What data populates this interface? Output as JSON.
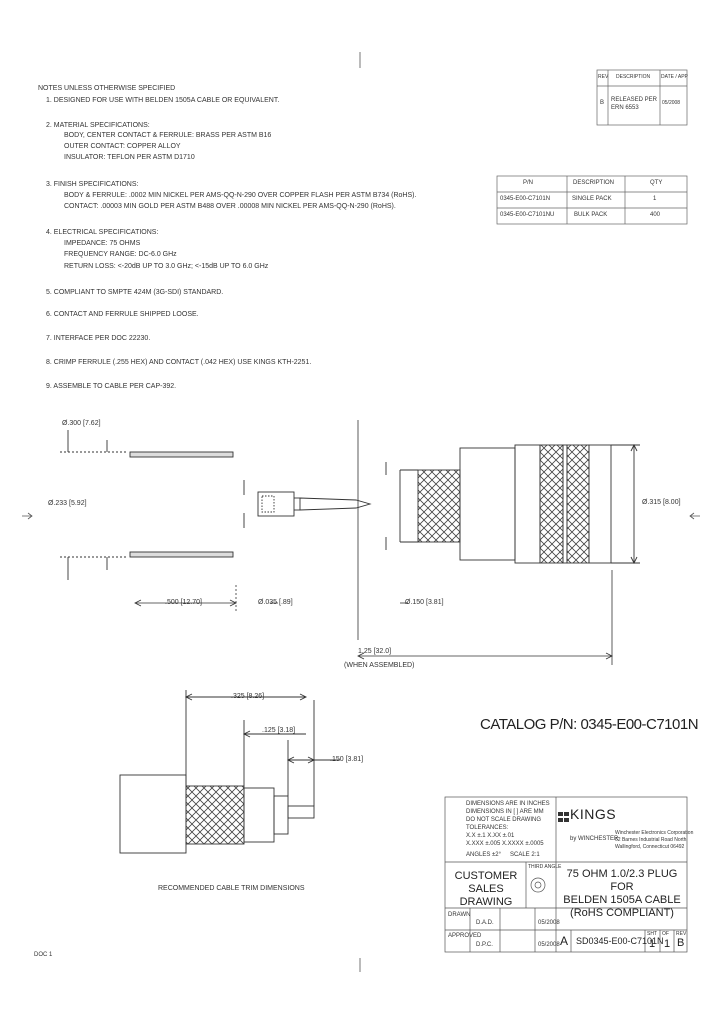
{
  "notes": {
    "header": "NOTES UNLESS OTHERWISE SPECIFIED",
    "items": [
      "1. DESIGNED FOR USE WITH BELDEN 1505A CABLE OR EQUIVALENT.",
      "2. MATERIAL SPECIFICATIONS:",
      "BODY, CENTER CONTACT & FERRULE: BRASS PER ASTM B16",
      "OUTER CONTACT: COPPER ALLOY",
      "INSULATOR: TEFLON PER ASTM D1710",
      "3. FINISH SPECIFICATIONS:",
      "BODY & FERRULE: .0002 MIN NICKEL PER AMS-QQ-N-290 OVER COPPER FLASH PER ASTM B734 (RoHS).",
      "CONTACT: .00003 MIN GOLD PER ASTM B488 OVER .00008 MIN NICKEL PER AMS-QQ-N-290 (RoHS).",
      "4. ELECTRICAL SPECIFICATIONS:",
      "IMPEDANCE: 75 OHMS",
      "FREQUENCY RANGE: DC-6.0 GHz",
      "RETURN LOSS: <-20dB UP TO 3.0 GHz; <-15dB UP TO 6.0 GHz",
      "5. COMPLIANT TO SMPTE 424M (3G-SDI) STANDARD.",
      "6. CONTACT AND FERRULE SHIPPED LOOSE.",
      "7. INTERFACE PER DOC 22230.",
      "8. CRIMP FERRULE (.255 HEX) AND CONTACT (.042 HEX) USE KINGS KTH-2251.",
      "9. ASSEMBLE TO CABLE PER CAP-392."
    ]
  },
  "revision_table": {
    "headers": [
      "REV",
      "DESCRIPTION",
      "DATE / APP"
    ],
    "rev": "B",
    "description": "RELEASED PER ERN 6553",
    "date": "05/2008"
  },
  "parts_table": {
    "headers": [
      "P/N",
      "DESCRIPTION",
      "QTY"
    ],
    "rows": [
      [
        "0345-E00-C7101N",
        "SINGLE PACK",
        "1"
      ],
      [
        "0345-E00-C7101NU",
        "BULK PACK",
        "400"
      ]
    ]
  },
  "dimensions": {
    "dia_300": "Ø.300 [7.62]",
    "dia_233": "Ø.233 [5.92]",
    "dia_315": "Ø.315 [8.00]",
    "len_500": ".500 [12.70]",
    "dia_035": "Ø.035 [.89]",
    "dia_150": "Ø.150 [3.81]",
    "len_125": "1.25 [32.0]",
    "when_assembled": "(WHEN ASSEMBLED)",
    "trim_325": ".325 [8.26]",
    "trim_125": ".125 [3.18]",
    "trim_150": ".150 [3.81]"
  },
  "catalog_label": "CATALOG P/N:  0345-E00-C7101N",
  "trim_caption": "RECOMMENDED CABLE TRIM DIMENSIONS",
  "title_block": {
    "tolerance_lines": [
      "DIMENSIONS ARE IN INCHES",
      "DIMENSIONS IN [ ] ARE MM",
      "DO NOT SCALE DRAWING",
      "TOLERANCES:",
      "X.X ±.1    X.XX ±.01",
      "X.XXX ±.005    X.XXXX ±.0005"
    ],
    "angles": "ANGLES ±2°",
    "scale": "SCALE 2:1",
    "third_angle": "THIRD ANGLE",
    "customer_drawing": "CUSTOMER SALES DRAWING",
    "company_logo": "KINGS",
    "company_by": "by WINCHESTER",
    "company_lines": [
      "Winchester Electronics Corporation",
      "62 Barnes Industrial Road North",
      "Wallingford, Connecticut 06492"
    ],
    "title": [
      "75 OHM 1.0/2.3 PLUG FOR",
      "BELDEN 1505A CABLE",
      "(RoHS COMPLIANT)"
    ],
    "drawn_label": "DRAWN",
    "drawn_by": "D.A.D.",
    "drawn_date": "05/2008",
    "approved_label": "APPROVED",
    "approved_by": "D.P.C.",
    "approved_date": "05/2008",
    "size": "A",
    "dwg_no": "SD0345-E00-C7101N",
    "sheet_label": "SHT",
    "sheet": "1",
    "of_label": "OF",
    "of": "1",
    "rev_label": "REV",
    "rev": "B"
  },
  "footer": "DOC 1"
}
